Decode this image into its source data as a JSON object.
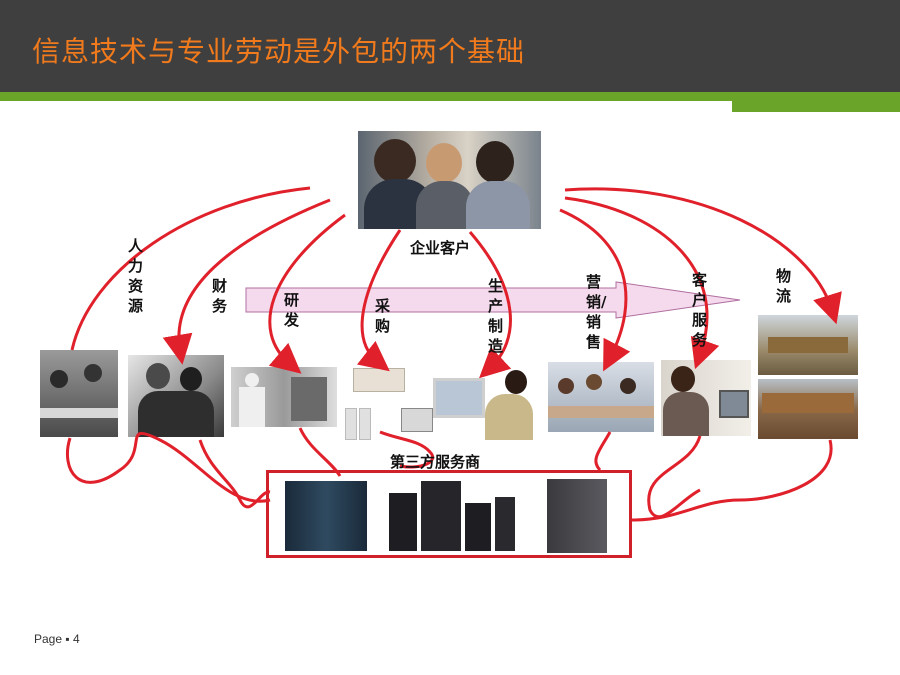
{
  "slide": {
    "title": "信息技术与专业劳动是外包的两个基础",
    "footer": "Page ▪ 4"
  },
  "diagram": {
    "client_label": "企业客户",
    "provider_label": "第三方服务商",
    "functions": [
      "人力资源",
      "财务",
      "研发",
      "采购",
      "生产制造",
      "营销/销售",
      "客户服务",
      "物流"
    ]
  },
  "colors": {
    "header_bg": "#3f3f3f",
    "title": "#f07a1c",
    "accent_green": "#6aa52a",
    "curve_red": "#e0202a",
    "box_red": "#d0202a",
    "arrow_fill": "#f5d9ec"
  }
}
